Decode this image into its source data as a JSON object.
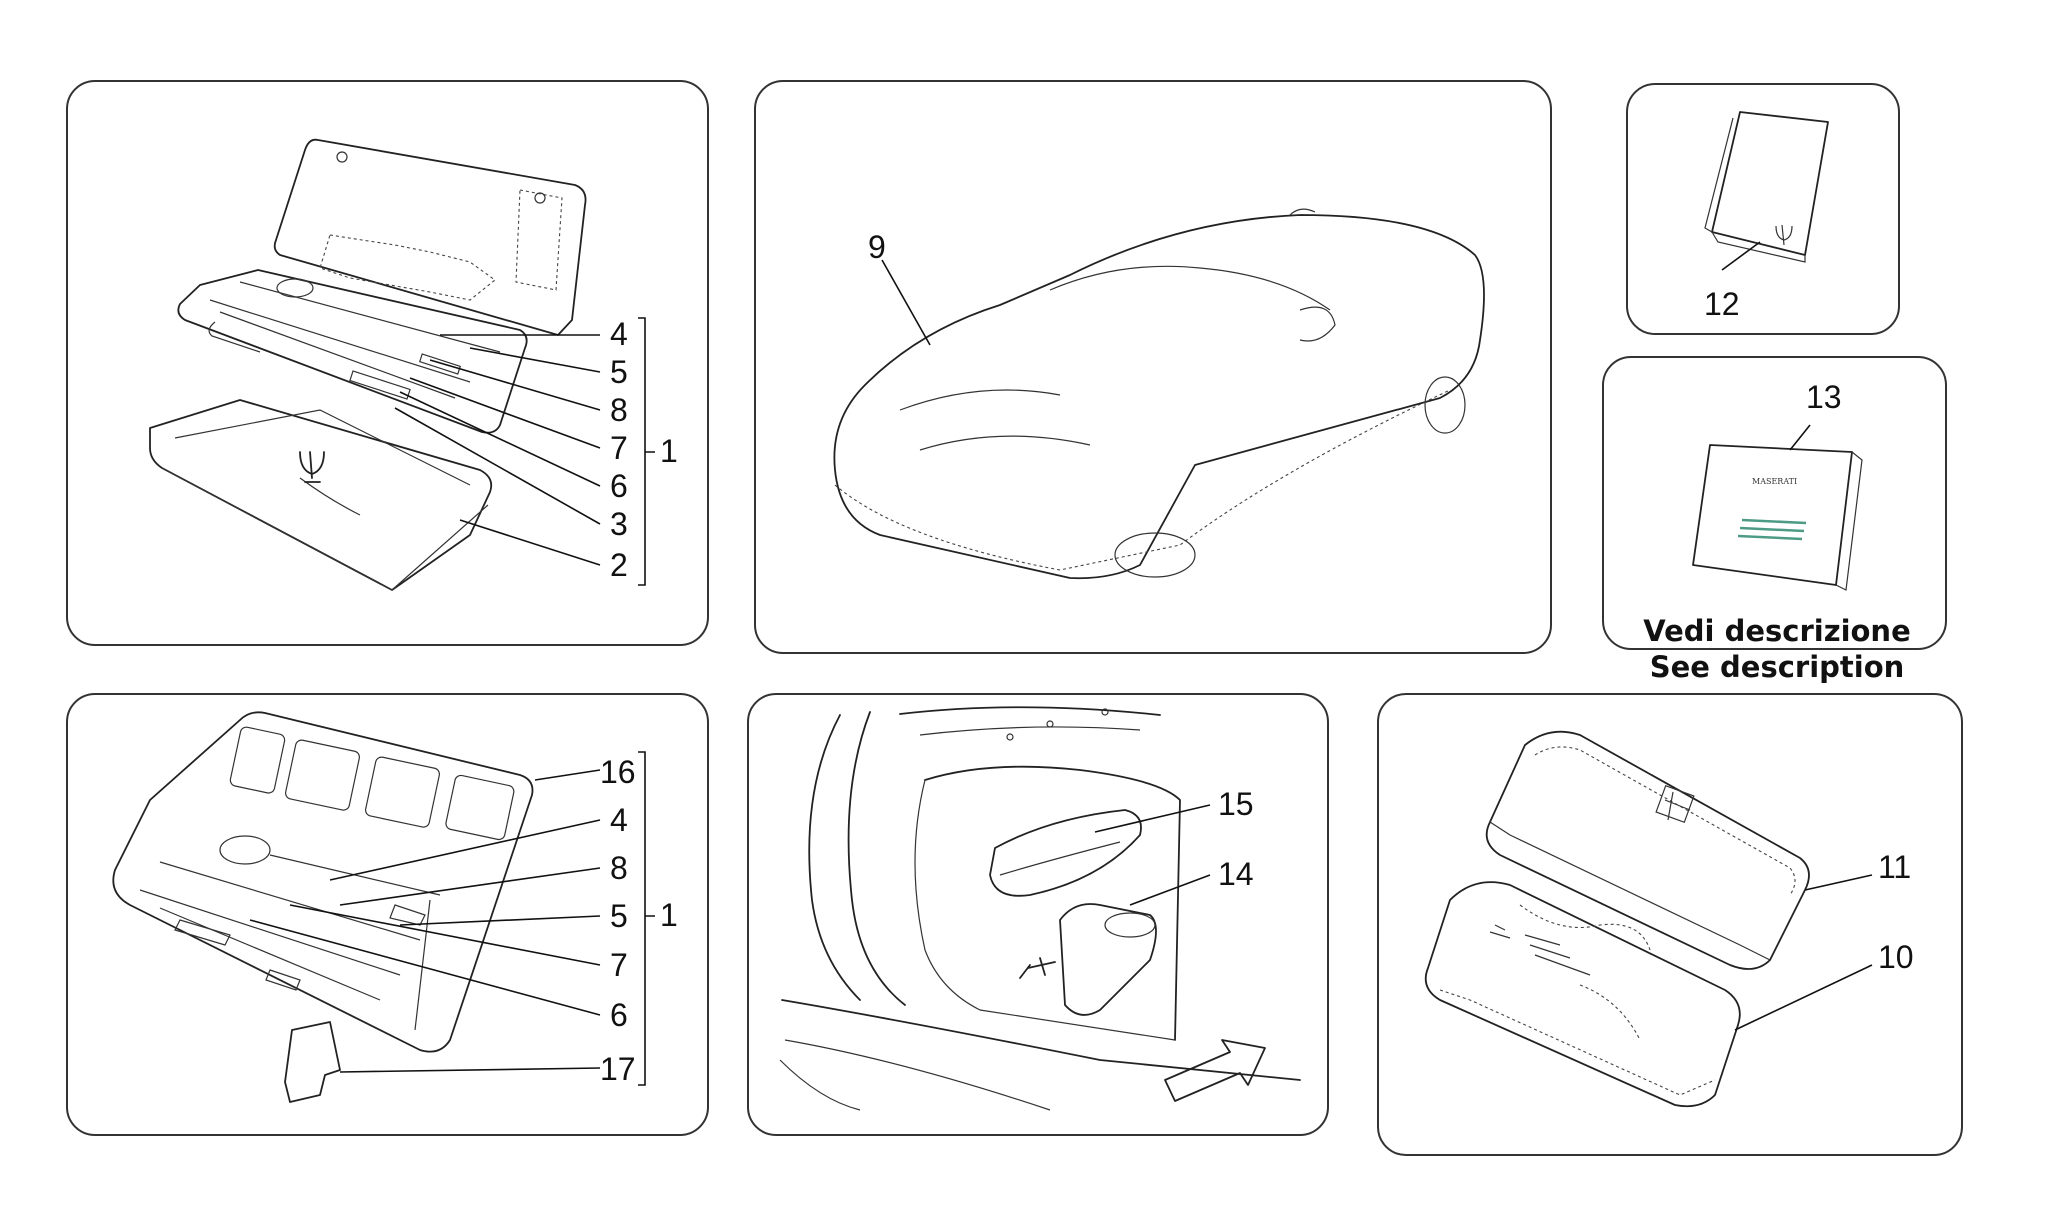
{
  "panels": {
    "tool_kit": {
      "callouts": [
        "4",
        "5",
        "8",
        "7",
        "6",
        "3",
        "2"
      ],
      "group_label": "1"
    },
    "car_cover": {
      "callouts": [
        "9"
      ]
    },
    "manual_12": {
      "callouts": [
        "12"
      ]
    },
    "manual_13": {
      "callouts": [
        "13"
      ],
      "book_brand": "MASERATI",
      "note_it": "Vedi descrizione",
      "note_en": "See description"
    },
    "tool_tray": {
      "callouts": [
        "16",
        "4",
        "8",
        "5",
        "7",
        "6",
        "17"
      ],
      "group_label": "1"
    },
    "trunk": {
      "callouts": [
        "15",
        "14"
      ]
    },
    "bags": {
      "callouts": [
        "11",
        "10"
      ]
    }
  },
  "icons": {
    "brand_logo": "trident-logo-icon",
    "direction": "arrow-icon"
  }
}
